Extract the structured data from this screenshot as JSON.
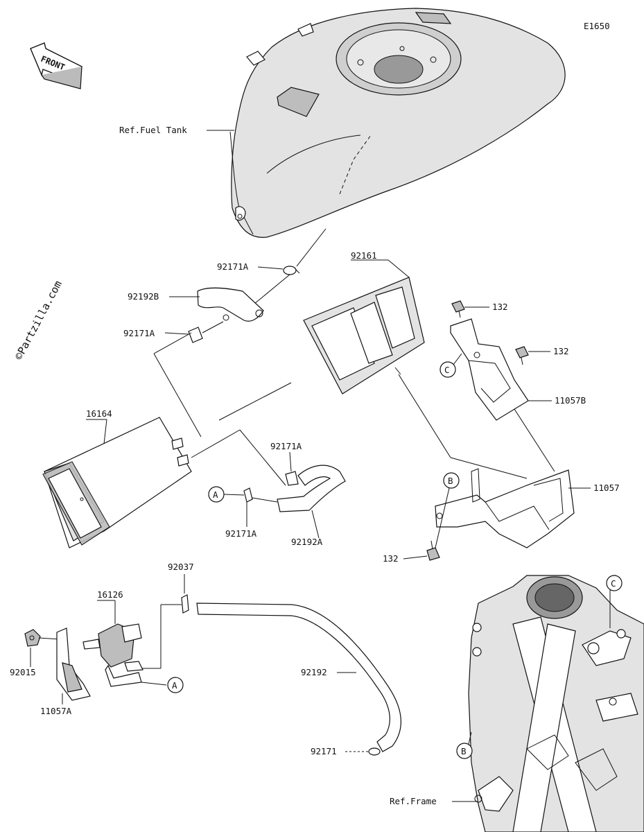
{
  "diagram_code": "E1650",
  "watermark": "©Partzilla.com",
  "front_label": "FRONT",
  "labels": {
    "ref_fuel_tank": "Ref.Fuel Tank",
    "ref_frame": "Ref.Frame",
    "p92171A_top": "92171A",
    "p92192B": "92192B",
    "p92171A_left": "92171A",
    "p92161": "92161",
    "p132_a": "132",
    "p132_b": "132",
    "p11057B": "11057B",
    "p16164": "16164",
    "p92171A_mid": "92171A",
    "p92171A_low": "92171A",
    "p92192A": "92192A",
    "p11057": "11057",
    "p132_c": "132",
    "p92037": "92037",
    "p16126": "16126",
    "p92015": "92015",
    "p11057A": "11057A",
    "p92192": "92192",
    "p92171": "92171"
  },
  "callouts": {
    "A_upper": "A",
    "A_lower": "A",
    "B_upper": "B",
    "B_lower": "B",
    "C_upper": "C",
    "C_lower": "C"
  }
}
